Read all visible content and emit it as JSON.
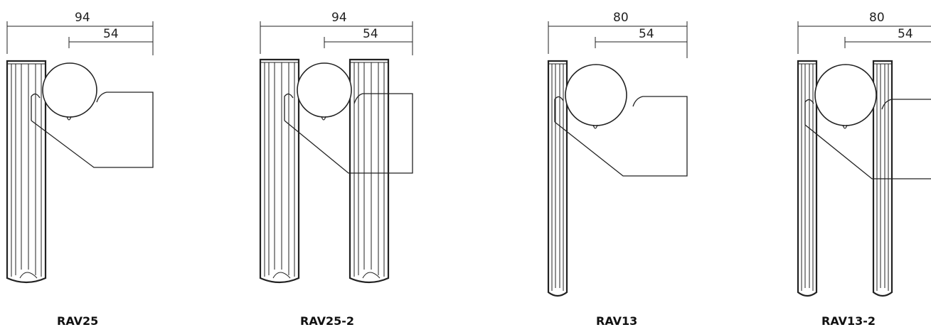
{
  "variants": [
    {
      "model": "RAV25",
      "dims": {
        "overall": "94",
        "offset": "54"
      }
    },
    {
      "model": "RAV25-2",
      "dims": {
        "overall": "94",
        "offset": "54"
      }
    },
    {
      "model": "RAV13",
      "dims": {
        "overall": "80",
        "offset": "54"
      }
    },
    {
      "model": "RAV13-2",
      "dims": {
        "overall": "80",
        "offset": "54"
      }
    }
  ]
}
